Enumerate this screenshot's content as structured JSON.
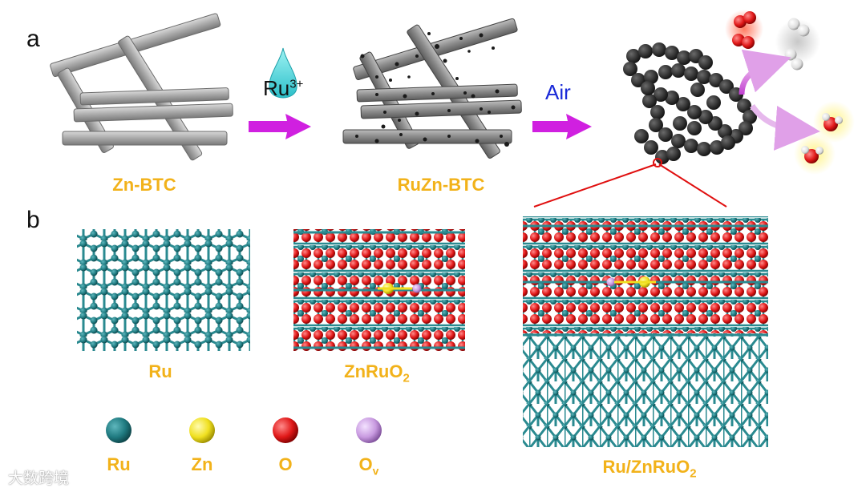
{
  "panel_a": {
    "letter": "a",
    "step1_label": "Zn-BTC",
    "reagent": "Ru",
    "reagent_sup": "3+",
    "step2_label": "RuZn-BTC",
    "atmosphere": "Air"
  },
  "panel_b": {
    "letter": "b",
    "structures": [
      {
        "label": "Ru",
        "sub": ""
      },
      {
        "label": "ZnRuO",
        "sub": "2"
      },
      {
        "label": "Ru/ZnRuO",
        "sub": "2"
      }
    ]
  },
  "legend": [
    {
      "label": "Ru",
      "sub": "",
      "color": "#1f7a80"
    },
    {
      "label": "Zn",
      "sub": "",
      "color": "#f0e020"
    },
    {
      "label": "O",
      "sub": "",
      "color": "#e01818"
    },
    {
      "label": "O",
      "sub": "v",
      "color": "#c89ae0"
    }
  ],
  "colors": {
    "caption": "#f2b21a",
    "arrow": "#d020e0",
    "ru_atom": "#1f7a80",
    "o_atom": "#e01818",
    "zn_atom": "#f0e020",
    "ov_atom": "#c89ae0",
    "zoom_line": "#e01010"
  },
  "watermark": "大数跨境"
}
